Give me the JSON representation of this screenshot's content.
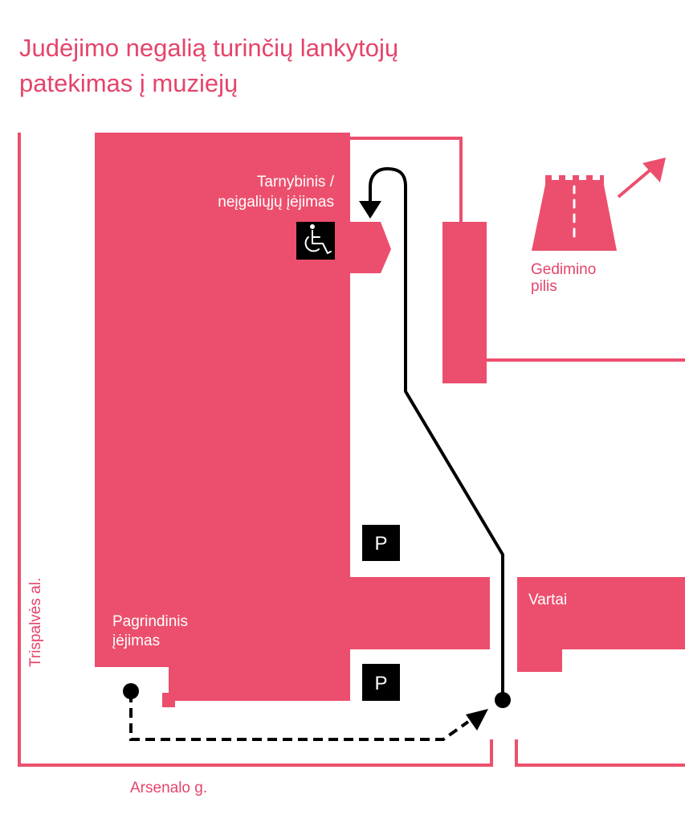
{
  "title": {
    "line1": "Judėjimo negalią turinčių lankytojų",
    "line2": "patekimas į muziejų"
  },
  "labels": {
    "service_entrance_line1": "Tarnybinis /",
    "service_entrance_line2": "neįgaliųjų įėjimas",
    "main_entrance_line1": "Pagrindinis",
    "main_entrance_line2": "įėjimas",
    "castle_line1": "Gedimino",
    "castle_line2": "pilis",
    "gate": "Vartai",
    "street_bottom": "Arsenalo g.",
    "street_left": "Trispalvės al.",
    "parking_upper": "P",
    "parking_lower": "P"
  },
  "icons": {
    "wheelchair": "wheelchair-icon",
    "castle": "castle-tower-icon",
    "direction": "diagonal-arrow-icon"
  },
  "colors": {
    "building": "#EC4F6D",
    "text_accent": "#E5446A",
    "route": "#000000",
    "background": "#FFFFFF"
  }
}
